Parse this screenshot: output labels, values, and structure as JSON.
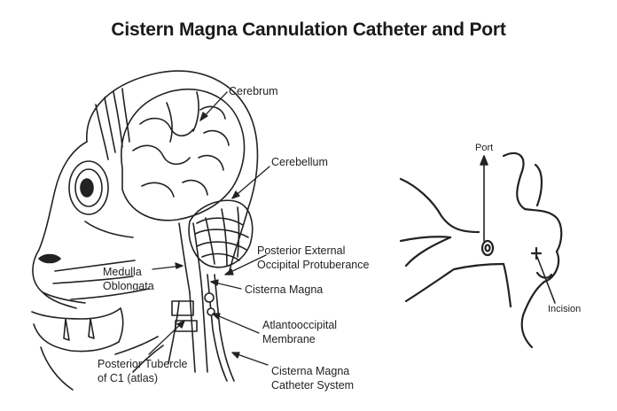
{
  "title": "Cistern Magna Cannulation Catheter and Port",
  "labels": {
    "cerebrum": "Cerebrum",
    "cerebellum": "Cerebellum",
    "posterior_external_line1": "Posterior External",
    "posterior_external_line2": "Occipital Protuberance",
    "medulla_line1": "Medulla",
    "medulla_line2": "Oblongata",
    "cisterna_magna": "Cisterna Magna",
    "atlanto_line1": "Atlantooccipital",
    "atlanto_line2": "Membrane",
    "tubercle_line1": "Posterior Tubercle",
    "tubercle_line2": "of C1 (atlas)",
    "catheter_line1": "Cisterna Magna",
    "catheter_line2": "Catheter System",
    "port": "Port",
    "incision": "Incision"
  },
  "colors": {
    "ink": "#222222",
    "background": "#ffffff"
  }
}
